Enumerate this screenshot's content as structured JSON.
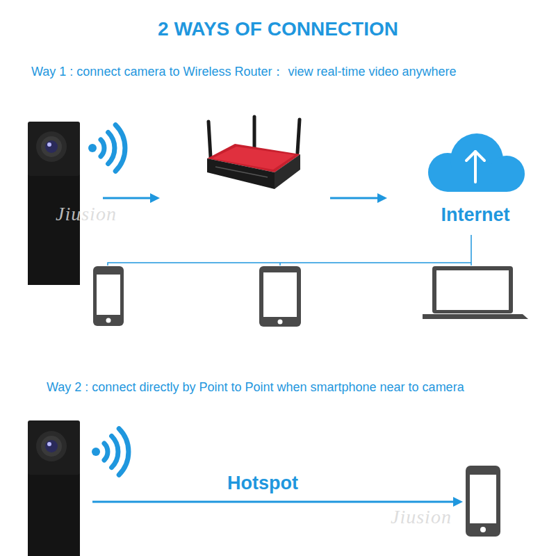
{
  "diagram": {
    "title": "2 WAYS OF CONNECTION",
    "nodes": [
      {
        "text": [
          "Internet"
        ]
      }
    ],
    "labels": [
      "Way 1 : connect camera to Wireless Router： view real-time video anywhere",
      "Way 2 : connect directly by Point to Point when smartphone near to camera",
      "Hotspot",
      "Jiusion",
      "Jiusion"
    ]
  }
}
